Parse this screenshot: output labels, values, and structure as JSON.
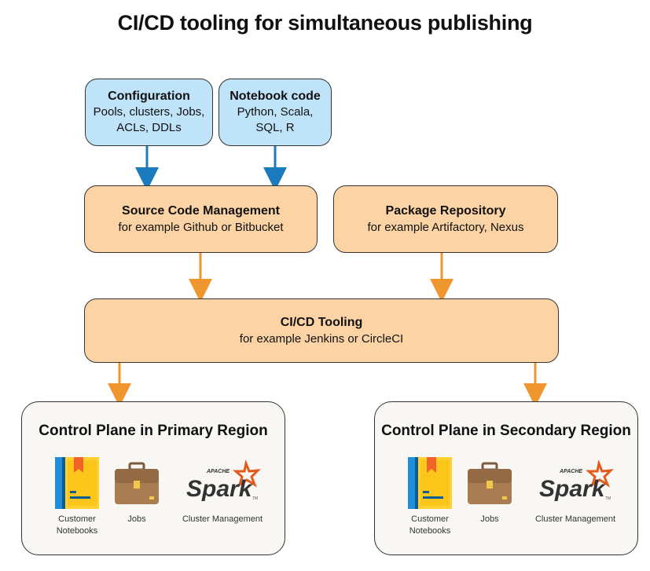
{
  "title": "CI/CD tooling for simultaneous publishing",
  "inputs": {
    "configuration": {
      "title": "Configuration",
      "lines": [
        "Pools, clusters, Jobs,",
        "ACLs, DDLs"
      ]
    },
    "notebook_code": {
      "title": "Notebook code",
      "lines": [
        "Python, Scala,",
        "SQL, R"
      ]
    }
  },
  "scm": {
    "title": "Source Code Management",
    "subtitle": "for example Github or Bitbucket"
  },
  "package_repo": {
    "title": "Package Repository",
    "subtitle": "for example Artifactory,  Nexus"
  },
  "cicd": {
    "title": "CI/CD Tooling",
    "subtitle": "for example Jenkins or CircleCI"
  },
  "primary": {
    "title": "Control Plane in Primary Region",
    "items": [
      {
        "icon": "notebook-icon",
        "caption": [
          "Customer",
          "Notebooks"
        ]
      },
      {
        "icon": "briefcase-icon",
        "caption": [
          "Jobs"
        ]
      },
      {
        "icon": "spark-logo",
        "caption": [
          "Cluster Management"
        ]
      }
    ]
  },
  "secondary": {
    "title": "Control Plane in Secondary Region",
    "items": [
      {
        "icon": "notebook-icon",
        "caption": [
          "Customer",
          "Notebooks"
        ]
      },
      {
        "icon": "briefcase-icon",
        "caption": [
          "Jobs"
        ]
      },
      {
        "icon": "spark-logo",
        "caption": [
          "Cluster Management"
        ]
      }
    ]
  },
  "logo_text": {
    "apache": "APACHE",
    "spark": "Spark",
    "tm": "TM"
  },
  "colors": {
    "blue_fill": "#bfe3f8",
    "blue_arrow": "#1a7bbf",
    "orange_fill": "#fbd3a4",
    "orange_arrow": "#f0962e"
  }
}
